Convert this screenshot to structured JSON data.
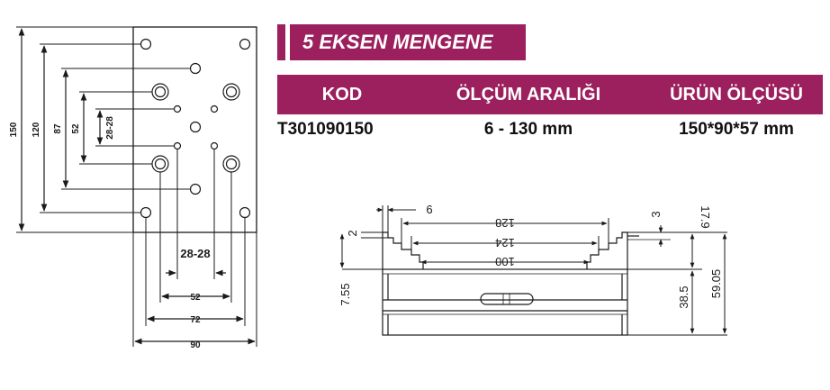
{
  "colors": {
    "accent": "#9c1f5e",
    "ink": "#111111",
    "drawing": "#1a1a1a"
  },
  "title": "5 EKSEN MENGENE",
  "table": {
    "headers": [
      "KOD",
      "ÖLÇÜM ARALIĞI",
      "ÜRÜN ÖLÇÜSÜ"
    ],
    "row": {
      "code": "T301090150",
      "range": "6 - 130 mm",
      "size": "150*90*57 mm"
    }
  },
  "plate_drawing": {
    "dims_vertical": [
      "150",
      "120",
      "87",
      "52",
      "28-28"
    ],
    "dims_horizontal": [
      "28-28",
      "52",
      "72",
      "90"
    ]
  },
  "vise_drawing": {
    "dims_top": [
      "6",
      "128",
      "124",
      "100"
    ],
    "dims_left": [
      "2",
      "7.55"
    ],
    "dims_right": [
      "3",
      "17.9",
      "38.5",
      "59.05"
    ]
  }
}
